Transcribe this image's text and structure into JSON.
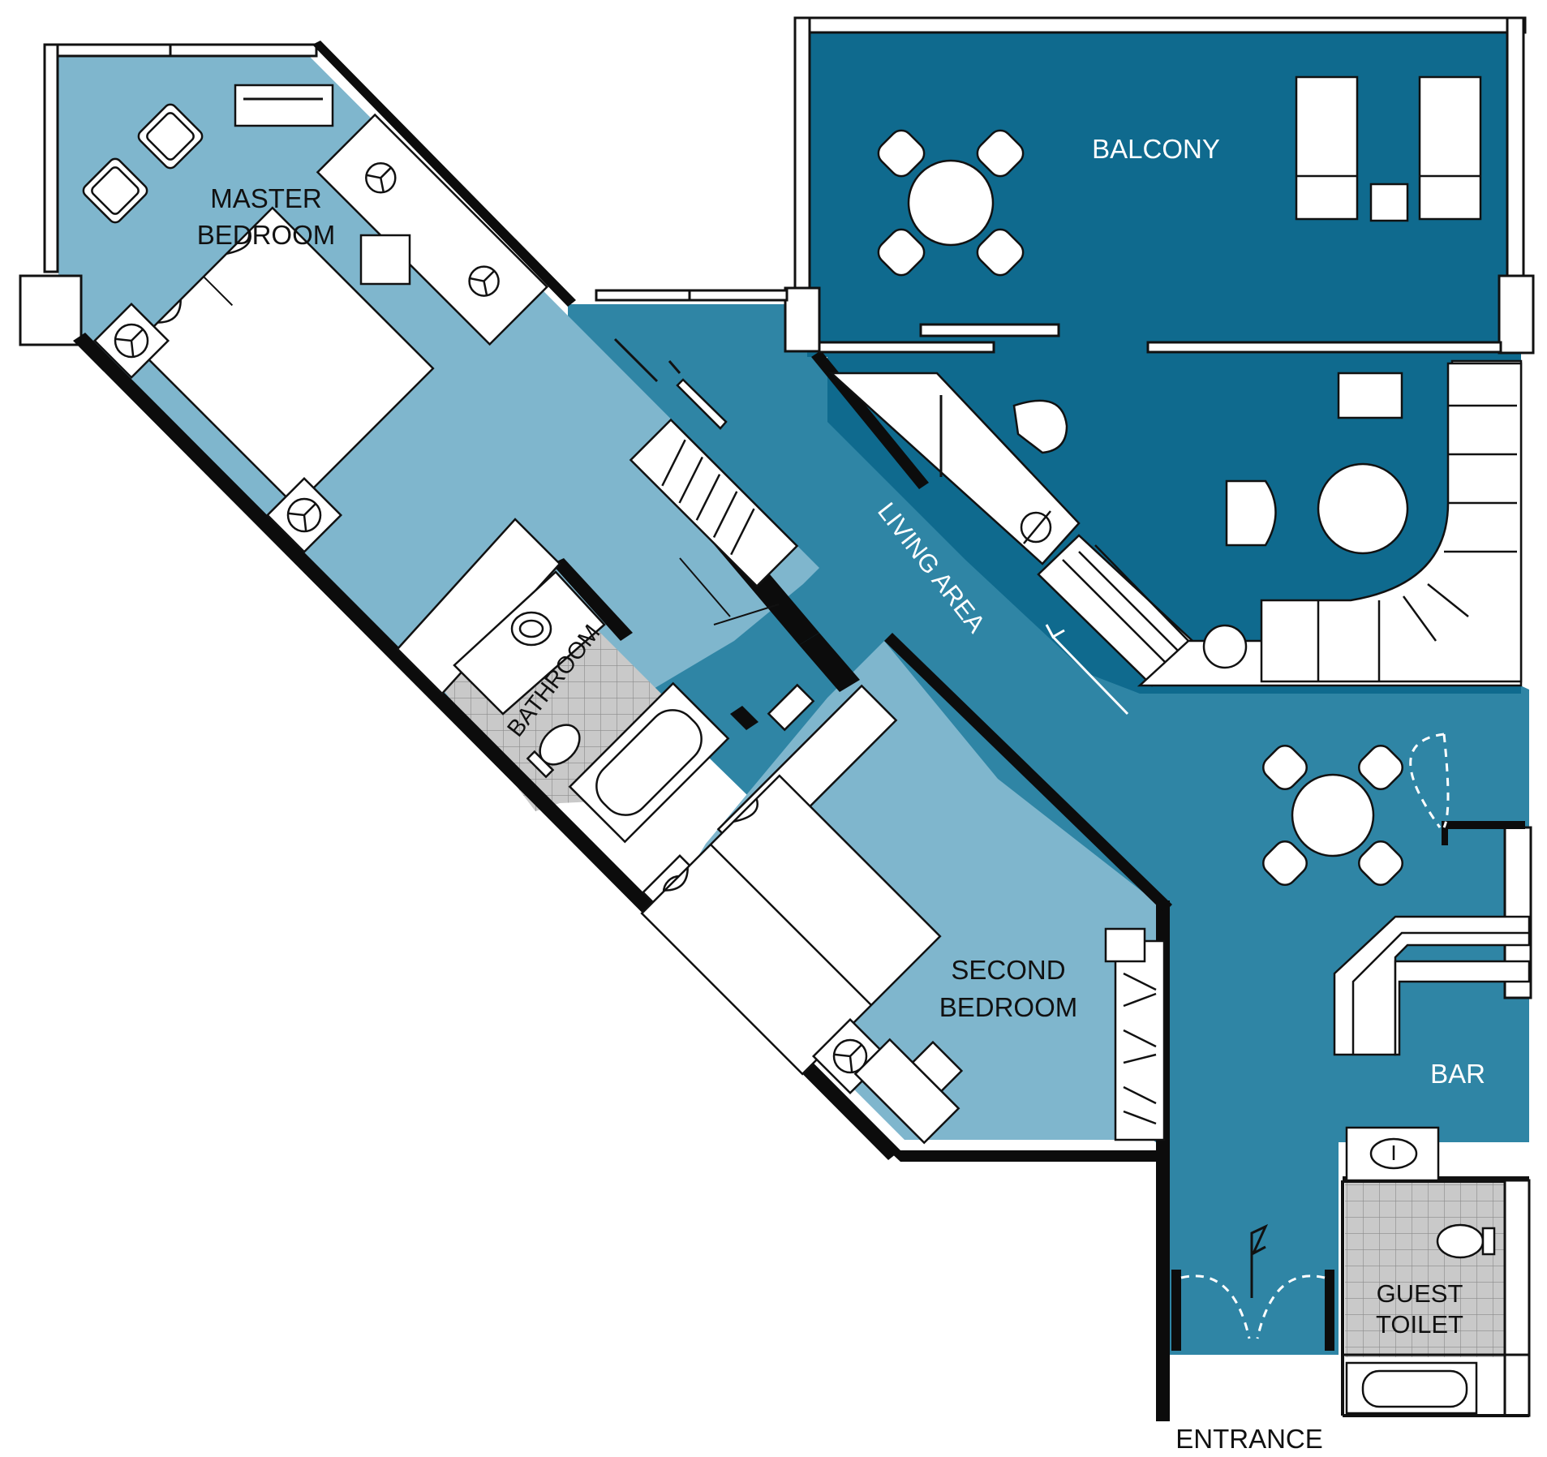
{
  "plan": {
    "rooms": {
      "master_bedroom": {
        "line1": "MASTER",
        "line2": "BEDROOM"
      },
      "balcony": {
        "label": "BALCONY"
      },
      "living_area": {
        "label": "LIVING AREA"
      },
      "bathroom": {
        "label": "BATHROOM"
      },
      "second_bedroom": {
        "line1": "SECOND",
        "line2": "BEDROOM"
      },
      "bar": {
        "label": "BAR"
      },
      "guest_toilet": {
        "line1": "GUEST",
        "line2": "TOILET"
      },
      "entrance": {
        "label": "ENTRANCE"
      }
    },
    "colors": {
      "bedroom_fill": "#7fb6cd",
      "living_fill": "#2f85a5",
      "balcony_fill": "#0f6a8e",
      "tile_fill": "#c9c9c9",
      "wall": "#0c0c0c",
      "furniture": "#ffffff"
    },
    "icons": [
      "bed-icon",
      "armchair-icon",
      "lamp-icon",
      "dining-table-icon",
      "sun-lounger-icon",
      "sofa-icon",
      "sink-icon",
      "toilet-icon",
      "bathtub-icon",
      "wardrobe-icon",
      "door-swing-icon"
    ]
  }
}
